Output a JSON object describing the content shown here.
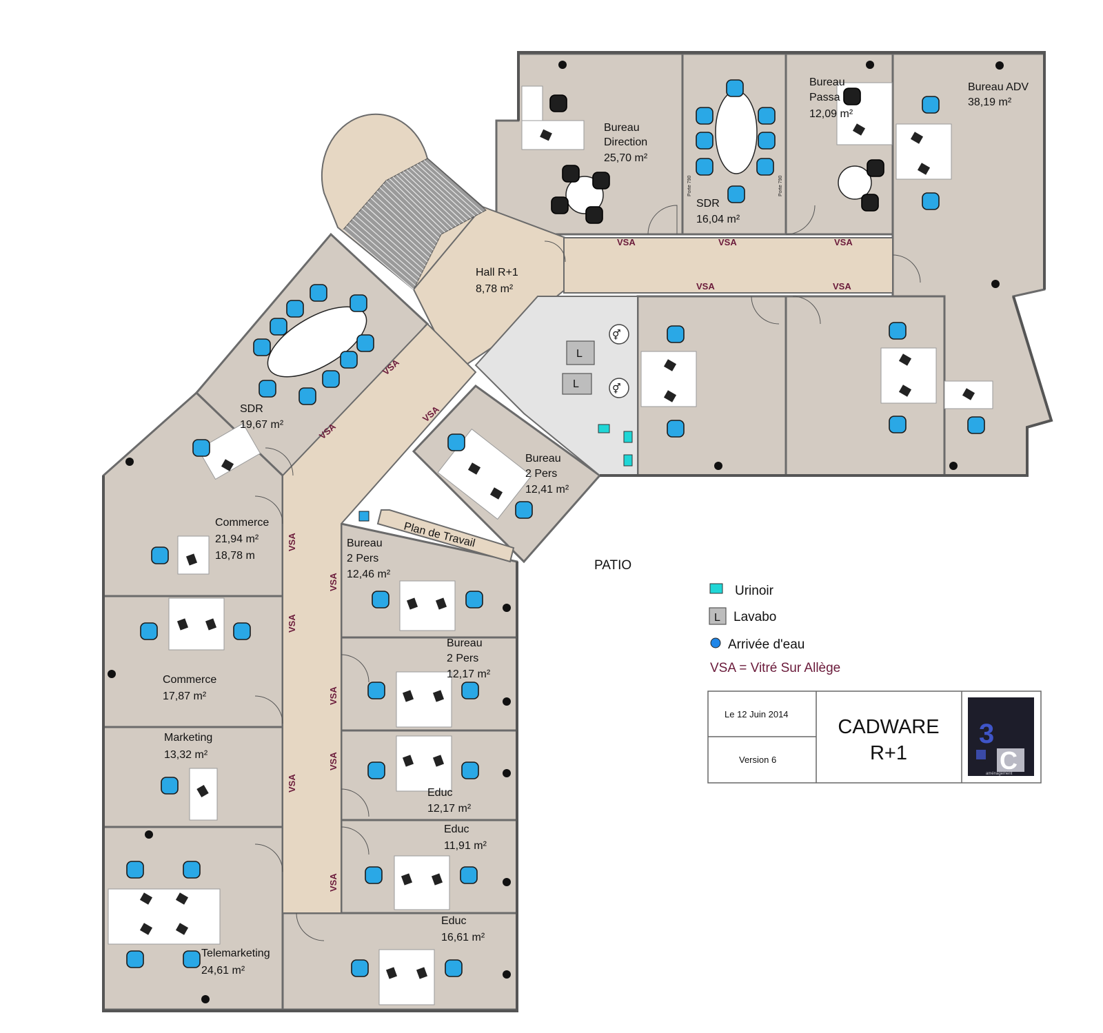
{
  "rooms": [
    {
      "name": "Bureau",
      "name2": "Direction",
      "area": "25,70 m²"
    },
    {
      "name": "SDR",
      "area": "16,04 m²"
    },
    {
      "name": "Bureau",
      "name2": "Passa",
      "area": "12,09 m²"
    },
    {
      "name": "Bureau ADV",
      "area": "38,19 m²"
    },
    {
      "name": "Hall R+1",
      "area": "8,78 m²"
    },
    {
      "name": "SDR",
      "area": "19,67 m²"
    },
    {
      "name": "Bureau",
      "name2": "2 Pers",
      "area": "12,41 m²"
    },
    {
      "name": "Commerce",
      "area": "21,94 m²",
      "area2": "18,78 m"
    },
    {
      "name": "Bureau",
      "name2": "2 Pers",
      "area": "12,46 m²"
    },
    {
      "name": "Commerce",
      "area": "17,87 m²"
    },
    {
      "name": "Bureau",
      "name2": "2 Pers",
      "area": "12,17 m²"
    },
    {
      "name": "Marketing",
      "area": "13,32 m²"
    },
    {
      "name": "Educ",
      "area": "12,17 m²"
    },
    {
      "name": "Educ",
      "area": "11,91 m²"
    },
    {
      "name": "Telemarketing",
      "area": "24,61 m²"
    },
    {
      "name": "Educ",
      "area": "16,61 m²"
    }
  ],
  "plan_de_travail": "Plan de Travail",
  "patio": "PATIO",
  "vsa_tag": "VSA",
  "door_tag": "Porte 790",
  "lavabo_letter": "L",
  "legend": {
    "urinoir": "Urinoir",
    "lavabo": "Lavabo",
    "arrivee": "Arrivée d'eau",
    "vsa": "VSA = Vitré Sur Allège",
    "lavabo_letter": "L"
  },
  "title_block": {
    "date": "Le 12 Juin 2014",
    "version": "Version 6",
    "title_line1": "CADWARE",
    "title_line2": "R+1",
    "logo_digit": "3",
    "logo_letter": "C",
    "logo_caption": "aménagement"
  },
  "colors": {
    "room_floor": "#d3cbc2",
    "hall_floor": "#e6d7c3",
    "wc_floor": "#e4e4e4",
    "chair": "#2aa8e6",
    "urinal": "#1fd6d6",
    "vsa_text": "#6a1a3a"
  },
  "icons": [
    "chair-icon",
    "desk-icon",
    "computer-icon",
    "round-table-icon",
    "conference-table-icon",
    "stairs-icon",
    "toilet-sign-icon",
    "urinal-icon",
    "sink-icon",
    "water-point-icon",
    "plant-icon",
    "door-swing-icon"
  ]
}
